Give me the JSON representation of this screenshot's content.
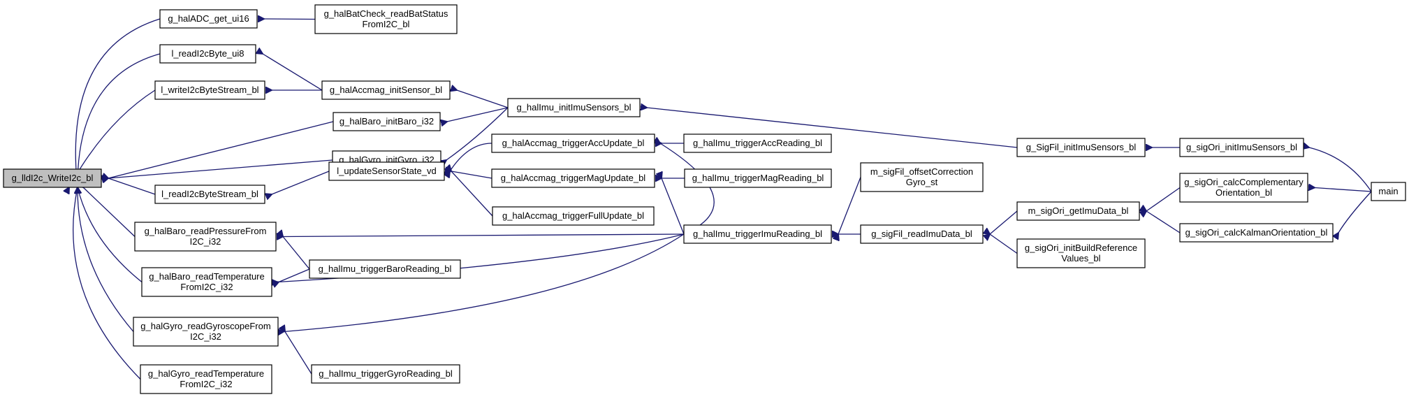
{
  "graph": {
    "nodes": [
      {
        "id": "root",
        "lines": [
          "g_lldI2c_WriteI2c_bl"
        ]
      },
      {
        "id": "adc",
        "lines": [
          "g_halADC_get_ui16"
        ]
      },
      {
        "id": "batcheck",
        "lines": [
          "g_halBatCheck_readBatStatus",
          "FromI2C_bl"
        ]
      },
      {
        "id": "readbyte",
        "lines": [
          "l_readI2cByte_ui8"
        ]
      },
      {
        "id": "writestream",
        "lines": [
          "l_writeI2cByteStream_bl"
        ]
      },
      {
        "id": "accinit",
        "lines": [
          "g_halAccmag_initSensor_bl"
        ]
      },
      {
        "id": "imuinit",
        "lines": [
          "g_halImu_initImuSensors_bl"
        ]
      },
      {
        "id": "baroinit",
        "lines": [
          "g_halBaro_initBaro_i32"
        ]
      },
      {
        "id": "gyroinit",
        "lines": [
          "g_halGyro_initGyro_i32"
        ]
      },
      {
        "id": "readstream",
        "lines": [
          "l_readI2cByteStream_bl"
        ]
      },
      {
        "id": "updstate",
        "lines": [
          "l_updateSensorState_vd"
        ]
      },
      {
        "id": "trigacc",
        "lines": [
          "g_halAccmag_triggerAccUpdate_bl"
        ]
      },
      {
        "id": "trigmag",
        "lines": [
          "g_halAccmag_triggerMagUpdate_bl"
        ]
      },
      {
        "id": "trigfull",
        "lines": [
          "g_halAccmag_triggerFullUpdate_bl"
        ]
      },
      {
        "id": "imuacc",
        "lines": [
          "g_halImu_triggerAccReading_bl"
        ]
      },
      {
        "id": "imumag",
        "lines": [
          "g_halImu_triggerMagReading_bl"
        ]
      },
      {
        "id": "baropress",
        "lines": [
          "g_halBaro_readPressureFrom",
          "I2C_i32"
        ]
      },
      {
        "id": "barotemp",
        "lines": [
          "g_halBaro_readTemperature",
          "FromI2C_i32"
        ]
      },
      {
        "id": "gyroread",
        "lines": [
          "g_halGyro_readGyroscopeFrom",
          "I2C_i32"
        ]
      },
      {
        "id": "gyrotemp",
        "lines": [
          "g_halGyro_readTemperature",
          "FromI2C_i32"
        ]
      },
      {
        "id": "imubaro",
        "lines": [
          "g_halImu_triggerBaroReading_bl"
        ]
      },
      {
        "id": "imugyro",
        "lines": [
          "g_halImu_triggerGyroReading_bl"
        ]
      },
      {
        "id": "imutrig",
        "lines": [
          "g_halImu_triggerImuReading_bl"
        ]
      },
      {
        "id": "sigfilinit",
        "lines": [
          "g_SigFil_initImuSensors_bl"
        ]
      },
      {
        "id": "offset",
        "lines": [
          "m_sigFil_offsetCorrection",
          "Gyro_st"
        ]
      },
      {
        "id": "readimu",
        "lines": [
          "g_sigFil_readImuData_bl"
        ]
      },
      {
        "id": "getimu",
        "lines": [
          "m_sigOri_getImuData_bl"
        ]
      },
      {
        "id": "buildref",
        "lines": [
          "g_sigOri_initBuildReference",
          "Values_bl"
        ]
      },
      {
        "id": "oriinit",
        "lines": [
          "g_sigOri_initImuSensors_bl"
        ]
      },
      {
        "id": "compl",
        "lines": [
          "g_sigOri_calcComplementary",
          "Orientation_bl"
        ]
      },
      {
        "id": "kalman",
        "lines": [
          "g_sigOri_calcKalmanOrientation_bl"
        ]
      },
      {
        "id": "main",
        "lines": [
          "main"
        ]
      }
    ]
  }
}
